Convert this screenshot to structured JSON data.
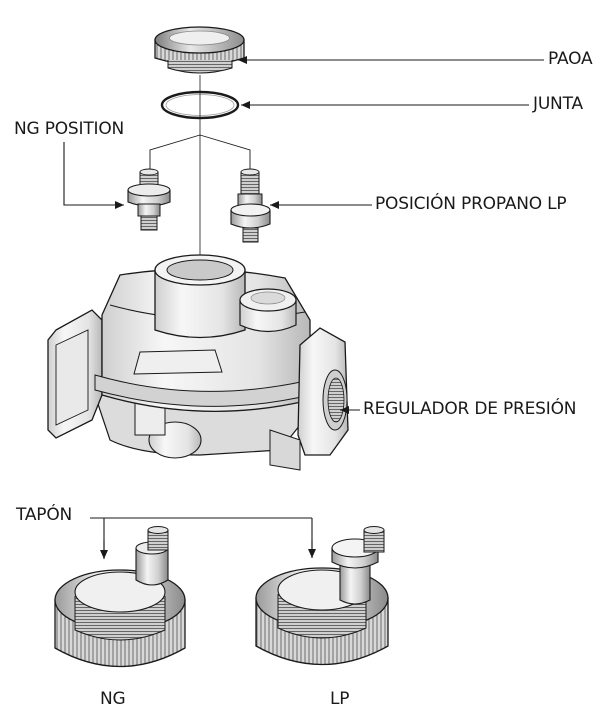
{
  "labels": {
    "paoa": "PAOA",
    "junta": "JUNTA",
    "ng_position": "NG POSITION",
    "posicion_propano_lp": "POSICIÓN PROPANO LP",
    "regulador": "REGULADOR DE PRESIÓN",
    "tapon": "TAPÓN",
    "ng": "NG",
    "lp": "LP"
  },
  "colors": {
    "line": "#1a1a1a",
    "part_light": "#f2f2f2",
    "part_mid": "#d9d9d9",
    "part_dark": "#a6a6a6",
    "part_shadow": "#7a7a7a"
  }
}
